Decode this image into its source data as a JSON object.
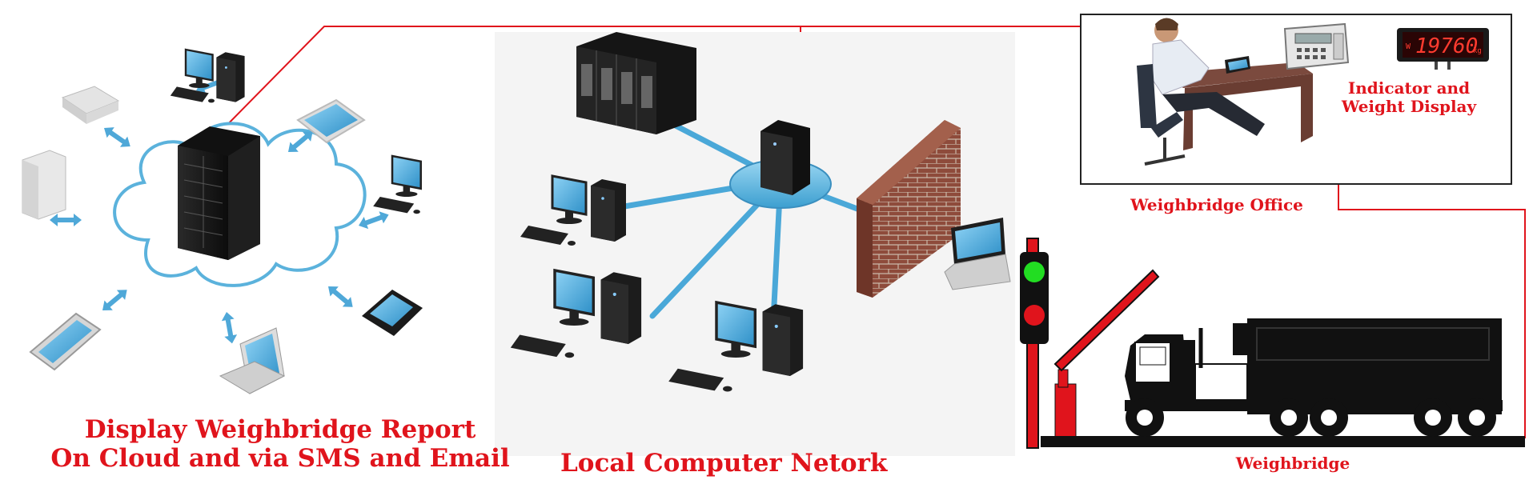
{
  "colors": {
    "accent_red": "#e0141c",
    "cloud_blue": "#5bb2dc",
    "screen_blue": "#4aa8d8",
    "server_black": "#1a1a1a",
    "brick": "#8b4a3a"
  },
  "captions": {
    "cloud_line1": "Display Weighbridge Report",
    "cloud_line2": "On Cloud and via SMS and Email",
    "lan": "Local Computer Netork",
    "office": "Weighbridge Office",
    "indicator_line1": "Indicator and",
    "indicator_line2": "Weight Display",
    "weighbridge": "Weighbridge"
  },
  "display": {
    "reading": "19760",
    "unit": "kg",
    "prefix": "W"
  },
  "icons": [
    "cloud-icon",
    "server-rack-icon",
    "desktop-computer-icon",
    "tablet-icon",
    "smartphone-icon",
    "laptop-icon",
    "router-icon",
    "nas-drive-icon",
    "network-hub-icon",
    "firewall-icon",
    "operator-at-desk-icon",
    "weight-indicator-icon",
    "traffic-light-icon",
    "boom-barrier-icon",
    "truck-icon"
  ]
}
